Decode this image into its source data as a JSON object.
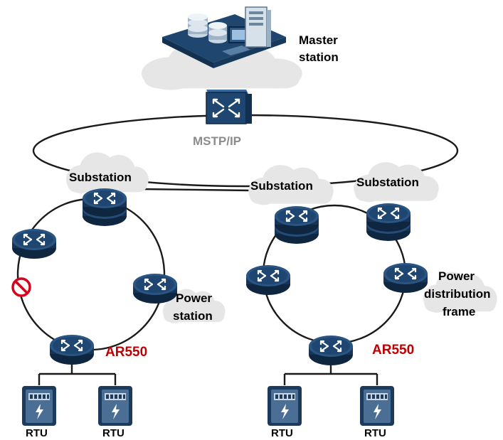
{
  "master_station": {
    "line1": "Master",
    "line2": "station"
  },
  "core_label": "MSTP/IP",
  "substations": [
    "Substation",
    "Substation",
    "Substation"
  ],
  "power_station": {
    "line1": "Power",
    "line2": "station"
  },
  "power_distribution": {
    "line1": "Power",
    "line2": "distribution",
    "line3": "frame"
  },
  "ar_labels": [
    "AR550",
    "AR550"
  ],
  "rtu_labels": [
    "RTU",
    "RTU",
    "RTU",
    "RTU"
  ],
  "colors": {
    "ar_label": "#c00000",
    "core_label": "#8c8c8c",
    "cloud": "#e6e6e6",
    "router": "#1e3f66",
    "blocked": "#d9001b"
  },
  "icons": [
    "server-rack-icon",
    "core-switch-icon",
    "stacked-switch-icon",
    "router-icon",
    "meter-icon",
    "blocked-link-icon",
    "cloud-icon"
  ]
}
